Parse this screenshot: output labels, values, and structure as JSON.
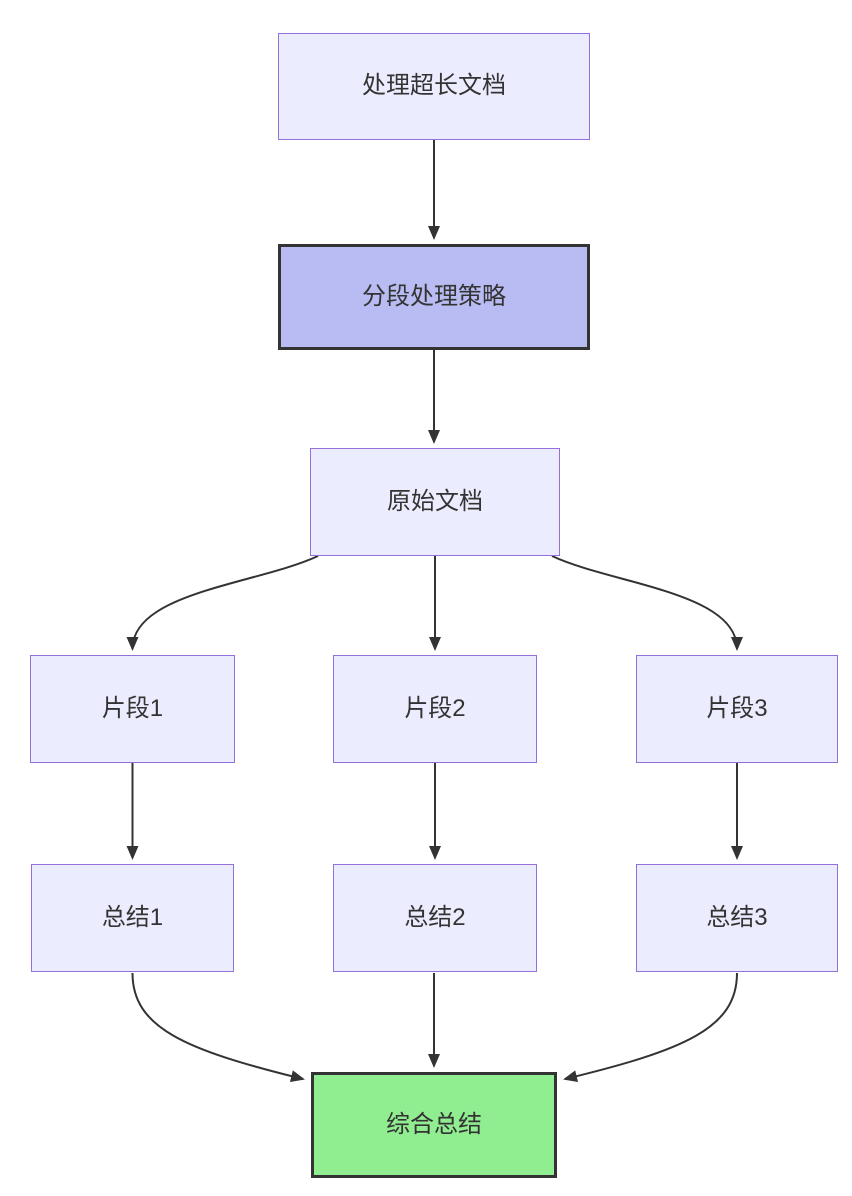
{
  "diagram": {
    "type": "flowchart",
    "direction": "top-down",
    "nodes": [
      {
        "id": "A",
        "label": "处理超长文档",
        "role": "default"
      },
      {
        "id": "B",
        "label": "分段处理策略",
        "role": "highlighted"
      },
      {
        "id": "C",
        "label": "原始文档",
        "role": "default"
      },
      {
        "id": "D",
        "label": "片段1",
        "role": "default"
      },
      {
        "id": "E",
        "label": "片段2",
        "role": "default"
      },
      {
        "id": "F",
        "label": "片段3",
        "role": "default"
      },
      {
        "id": "G",
        "label": "总结1",
        "role": "default"
      },
      {
        "id": "H",
        "label": "总结2",
        "role": "default"
      },
      {
        "id": "I",
        "label": "总结3",
        "role": "default"
      },
      {
        "id": "J",
        "label": "综合总结",
        "role": "result"
      }
    ],
    "edges": [
      {
        "from": "A",
        "to": "B"
      },
      {
        "from": "B",
        "to": "C"
      },
      {
        "from": "C",
        "to": "D"
      },
      {
        "from": "C",
        "to": "E"
      },
      {
        "from": "C",
        "to": "F"
      },
      {
        "from": "D",
        "to": "G"
      },
      {
        "from": "E",
        "to": "H"
      },
      {
        "from": "F",
        "to": "I"
      },
      {
        "from": "G",
        "to": "J"
      },
      {
        "from": "H",
        "to": "J"
      },
      {
        "from": "I",
        "to": "J"
      }
    ],
    "colors": {
      "background": "#ffffff",
      "node_fill": "#ECECFF",
      "node_border": "#9370DB",
      "highlight_fill": "#b9bcf2",
      "result_fill": "#90EE90",
      "emphasis_border": "#333333",
      "edge": "#333333",
      "text": "#333333"
    }
  }
}
